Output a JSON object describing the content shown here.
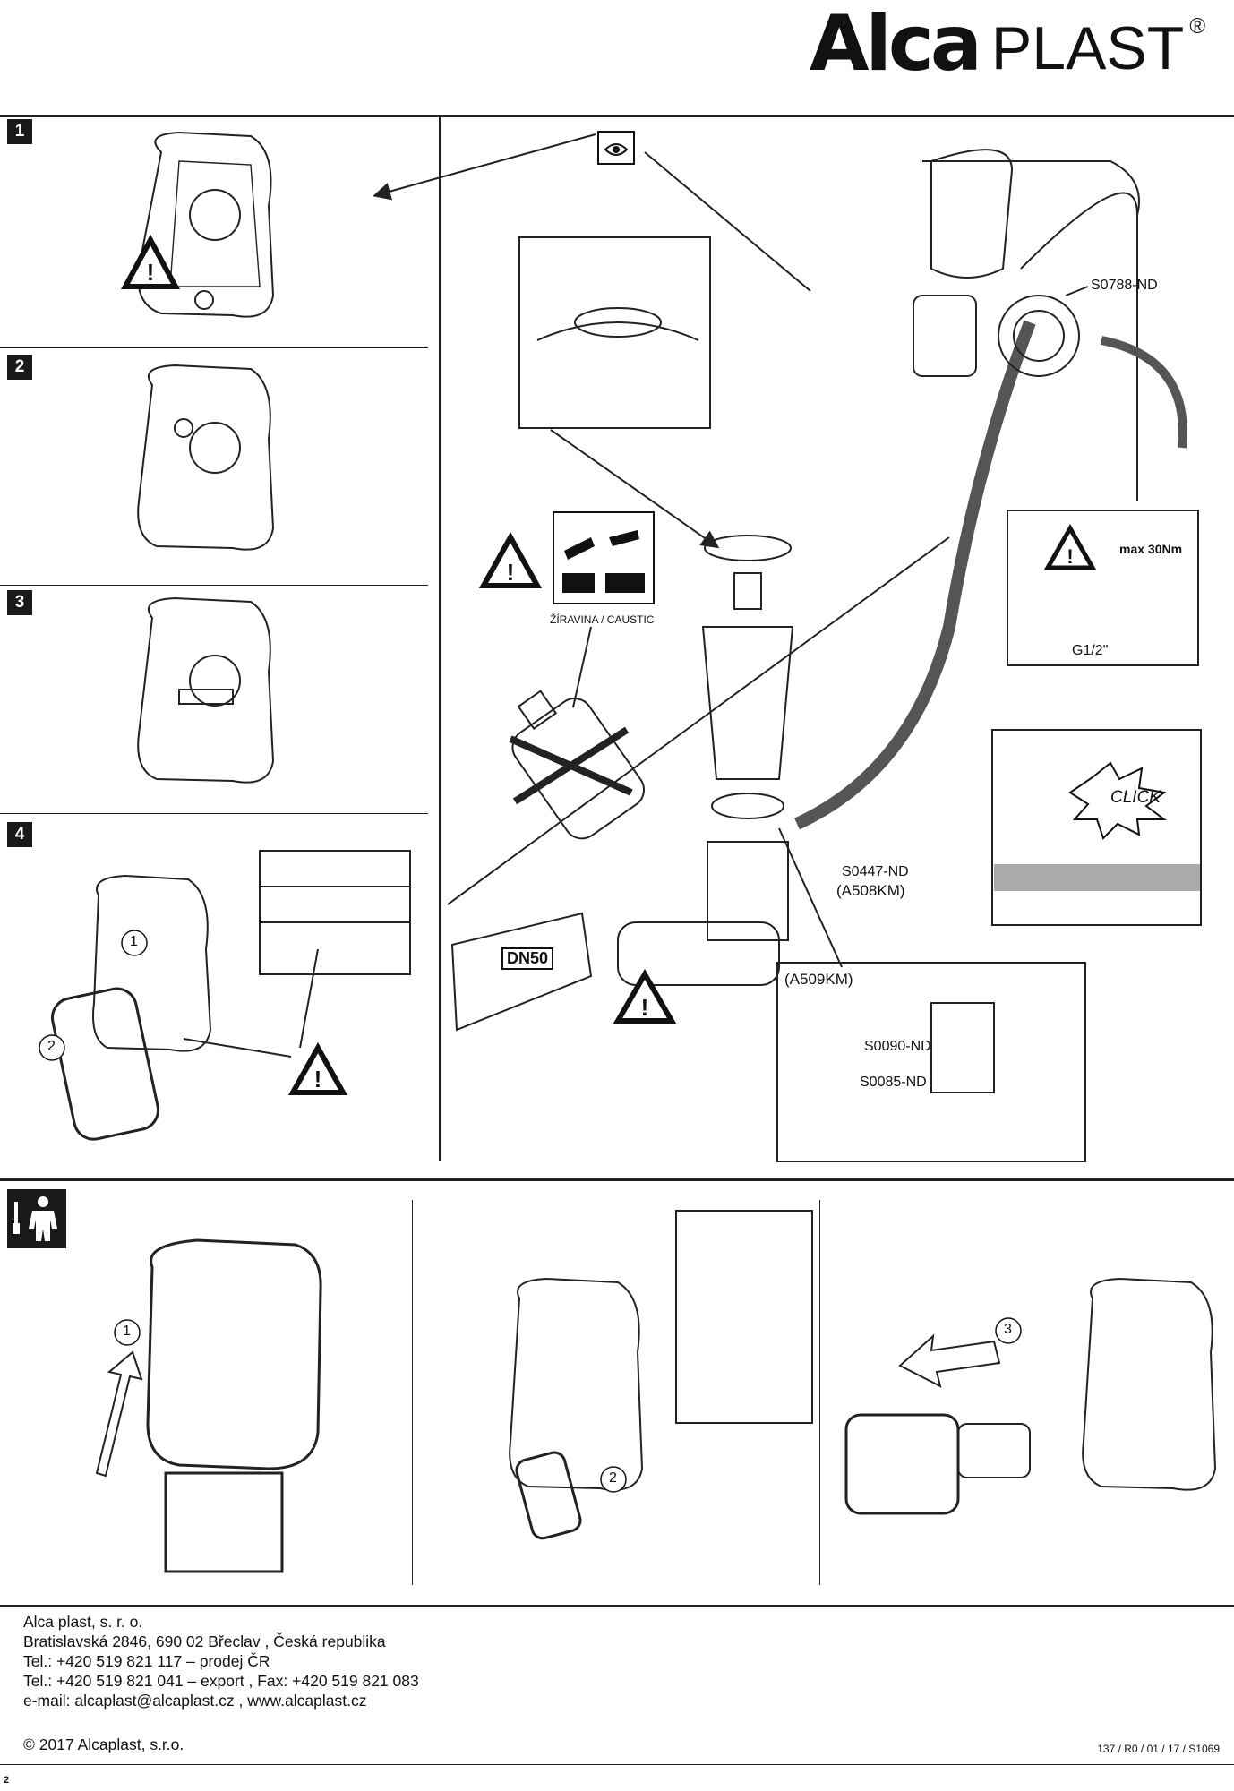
{
  "logo": {
    "brand_bold": "Alca",
    "brand_light": "PLAST",
    "registered": "®"
  },
  "steps": [
    "1",
    "2",
    "3",
    "4"
  ],
  "labels": {
    "s0788": "S0788-ND",
    "max_torque": "max 30Nm",
    "g12": "G1/2\"",
    "caustic": "ŽÍRAVINA / CAUSTIC",
    "click": "CLICK",
    "s0447": "S0447-ND",
    "a508": "(A508KM)",
    "a509": "(A509KM)",
    "dn50": "DN50",
    "s0090": "S0090-ND",
    "s0085": "S0085-ND",
    "step4_1": "1",
    "step4_2": "2",
    "bottom_1": "1",
    "bottom_2": "2",
    "bottom_3": "3"
  },
  "footer": {
    "company": "Alca plast, s. r. o.",
    "address": "Bratislavská 2846, 690 02 Břeclav , Česká republika",
    "tel1": "Tel.: +420 519 821 117 – prodej ČR",
    "tel2": "Tel.: +420 519 821 041 – export , Fax: +420 519 821 083",
    "email": "e-mail: alcaplast@alcaplast.cz , www.alcaplast.cz",
    "copyright": "© 2017 Alcaplast, s.r.o.",
    "doc_code": "137 / R0 / 01 / 17 / S1069",
    "page_number": "2"
  }
}
